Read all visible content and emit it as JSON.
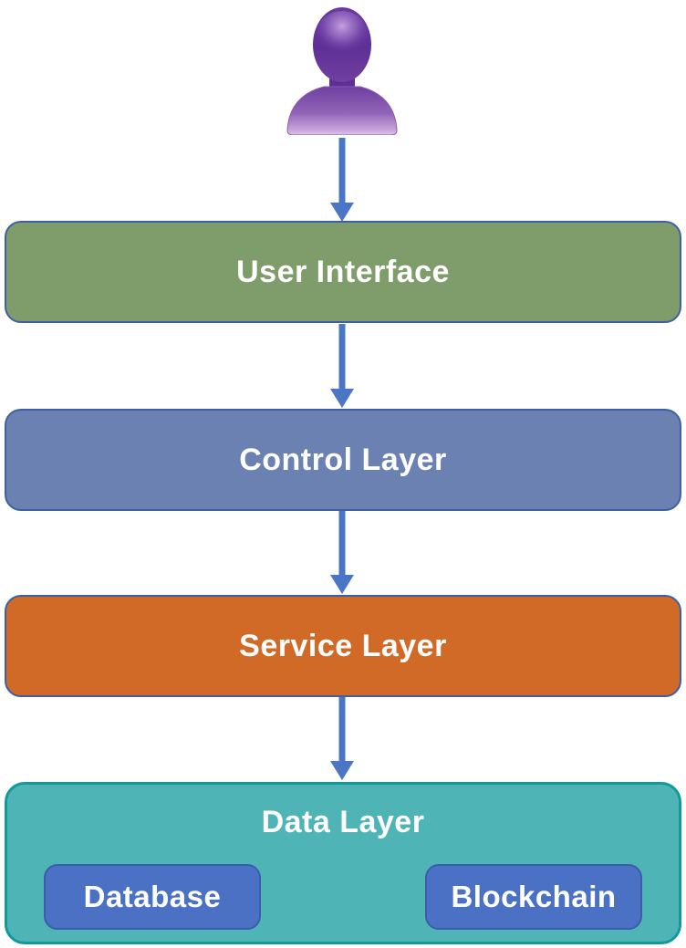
{
  "diagram": {
    "type": "layered-architecture-flow",
    "person_icon": {
      "name": "person-icon",
      "color": "#5E2F96"
    },
    "arrow_color": "#4B76C5",
    "layers": [
      {
        "id": "user-interface",
        "label": "User Interface",
        "fill": "#7E9D6B",
        "border": "#3E5FA8"
      },
      {
        "id": "control-layer",
        "label": "Control Layer",
        "fill": "#6A81B2",
        "border": "#3E5FA8"
      },
      {
        "id": "service-layer",
        "label": "Service Layer",
        "fill": "#D06A26",
        "border": "#3E5FA8"
      },
      {
        "id": "data-layer",
        "label": "Data Layer",
        "fill": "#4FB4B6",
        "border": "#12999C"
      }
    ],
    "data_layer_children": [
      {
        "id": "database",
        "label": "Database",
        "fill": "#4A71C3",
        "border": "#3D5DAB"
      },
      {
        "id": "blockchain",
        "label": "Blockchain",
        "fill": "#4A71C3",
        "border": "#3D5DAB"
      }
    ],
    "flow": [
      "person",
      "user-interface",
      "control-layer",
      "service-layer",
      "data-layer"
    ]
  }
}
